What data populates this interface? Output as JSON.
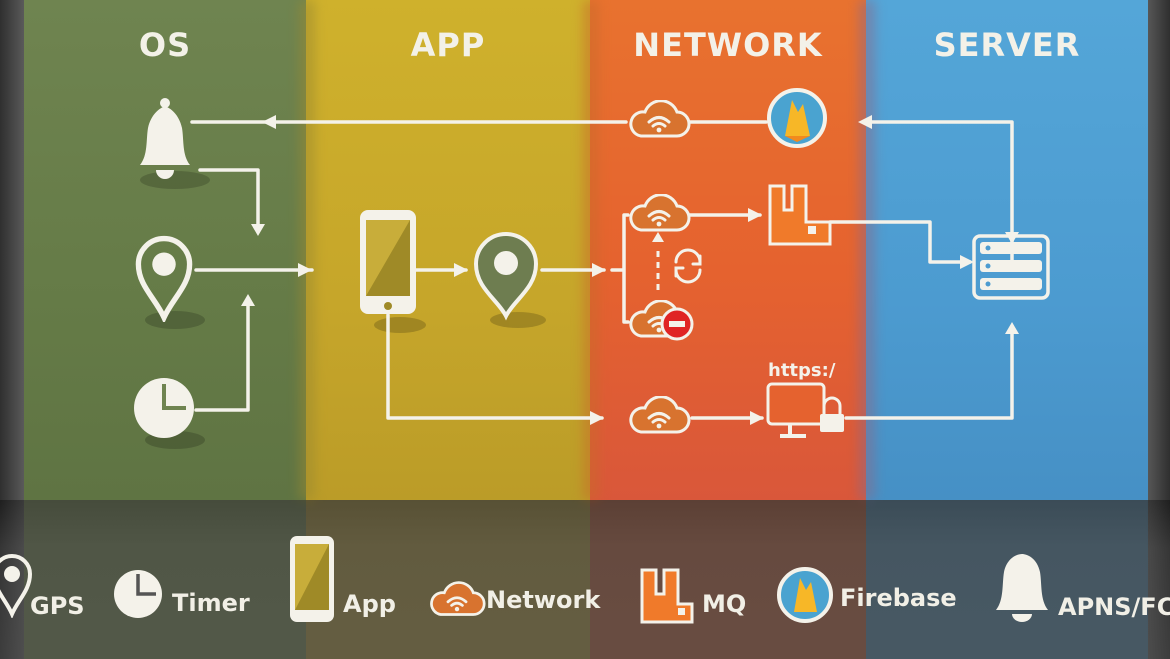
{
  "columns": {
    "os": "OS",
    "app": "APP",
    "network": "NETWORK",
    "server": "SERVER"
  },
  "https_label": "https:/",
  "legend": {
    "gps": "GPS",
    "timer": "Timer",
    "app": "App",
    "network": "Network",
    "mq": "MQ",
    "firebase": "Firebase",
    "apns": "APNS/FC"
  },
  "colors": {
    "os": "#6f8450",
    "app": "#cfb12c",
    "network": "#e8722f",
    "server": "#54a6d8",
    "line": "#f4f2ea",
    "cloud": "#d8732f",
    "mq": "#f07a2a",
    "firebase_ring": "#4aa3d0",
    "stop": "#e02424"
  },
  "icons": {
    "bell": "bell-icon",
    "gps": "location-pin-icon",
    "timer": "clock-icon",
    "phone": "smartphone-icon",
    "cloud": "wifi-cloud-icon",
    "mq": "rabbitmq-icon",
    "firebase": "firebase-icon",
    "server": "server-rack-icon",
    "monitor": "monitor-icon",
    "lock": "lock-icon",
    "refresh": "refresh-icon",
    "stop": "stop-icon"
  }
}
